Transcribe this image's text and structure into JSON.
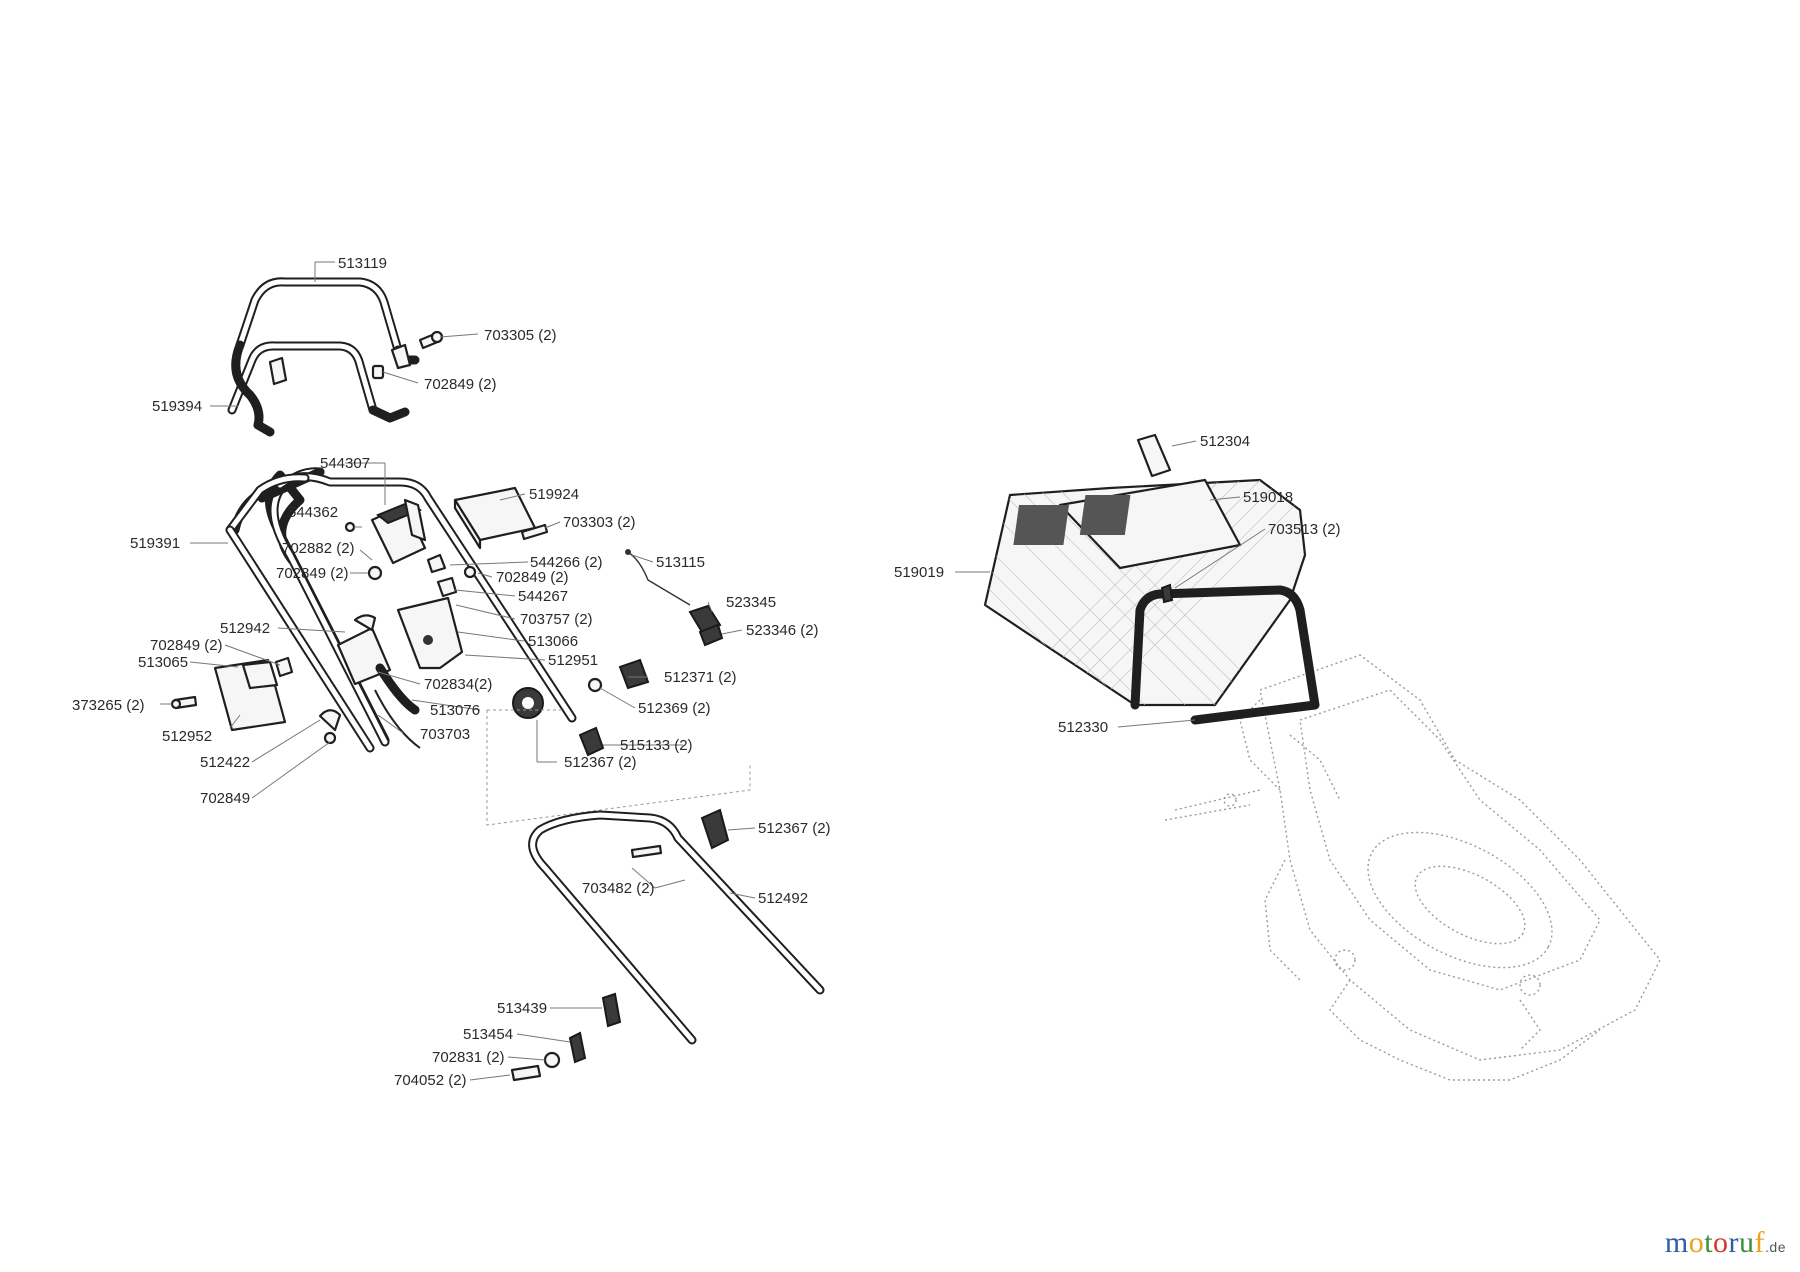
{
  "diagram": {
    "parts": [
      {
        "id": "p513119",
        "label": "513119"
      },
      {
        "id": "p703305",
        "label": "703305 (2)"
      },
      {
        "id": "p702849a",
        "label": "702849 (2)"
      },
      {
        "id": "p519394",
        "label": "519394"
      },
      {
        "id": "p544307",
        "label": "544307"
      },
      {
        "id": "p544362",
        "label": "544362"
      },
      {
        "id": "p519924",
        "label": "519924"
      },
      {
        "id": "p703303",
        "label": "703303 (2)"
      },
      {
        "id": "p519391",
        "label": "519391"
      },
      {
        "id": "p702882",
        "label": "702882 (2)"
      },
      {
        "id": "p702849b",
        "label": "702849 (2)"
      },
      {
        "id": "p544266",
        "label": "544266 (2)"
      },
      {
        "id": "p702849c",
        "label": "702849 (2)"
      },
      {
        "id": "p544267",
        "label": "544267"
      },
      {
        "id": "p513115",
        "label": "513115"
      },
      {
        "id": "p523345",
        "label": "523345"
      },
      {
        "id": "p703757",
        "label": "703757 (2)"
      },
      {
        "id": "p523346",
        "label": "523346 (2)"
      },
      {
        "id": "p512942",
        "label": "512942"
      },
      {
        "id": "p513066",
        "label": "513066"
      },
      {
        "id": "p702849d",
        "label": "702849 (2)"
      },
      {
        "id": "p513065",
        "label": "513065"
      },
      {
        "id": "p512951",
        "label": "512951"
      },
      {
        "id": "p512371",
        "label": "512371 (2)"
      },
      {
        "id": "p702834",
        "label": "702834(2)"
      },
      {
        "id": "p373265",
        "label": "373265 (2)"
      },
      {
        "id": "p513076",
        "label": "513076"
      },
      {
        "id": "p512369",
        "label": "512369 (2)"
      },
      {
        "id": "p512952",
        "label": "512952"
      },
      {
        "id": "p703703",
        "label": "703703"
      },
      {
        "id": "p515133",
        "label": "515133 (2)"
      },
      {
        "id": "p512422",
        "label": "512422"
      },
      {
        "id": "p512367a",
        "label": "512367 (2)"
      },
      {
        "id": "p702849e",
        "label": "702849"
      },
      {
        "id": "p512367b",
        "label": "512367 (2)"
      },
      {
        "id": "p703482",
        "label": "703482 (2)"
      },
      {
        "id": "p512492",
        "label": "512492"
      },
      {
        "id": "p513439",
        "label": "513439"
      },
      {
        "id": "p513454",
        "label": "513454"
      },
      {
        "id": "p702831",
        "label": "702831 (2)"
      },
      {
        "id": "p704052",
        "label": "704052 (2)"
      },
      {
        "id": "p512304",
        "label": "512304"
      },
      {
        "id": "p519018",
        "label": "519018"
      },
      {
        "id": "p703513",
        "label": "703513 (2)"
      },
      {
        "id": "p519019",
        "label": "519019"
      },
      {
        "id": "p512330",
        "label": "512330"
      }
    ]
  },
  "watermark": {
    "letters": [
      {
        "ch": "m",
        "color": "#2d5da8"
      },
      {
        "ch": "o",
        "color": "#e8a21b"
      },
      {
        "ch": "t",
        "color": "#3a8f3a"
      },
      {
        "ch": "o",
        "color": "#d13a2b"
      },
      {
        "ch": "r",
        "color": "#2d5da8"
      },
      {
        "ch": "u",
        "color": "#3a8f3a"
      },
      {
        "ch": "f",
        "color": "#e8a21b"
      }
    ],
    "tld": ".de"
  }
}
